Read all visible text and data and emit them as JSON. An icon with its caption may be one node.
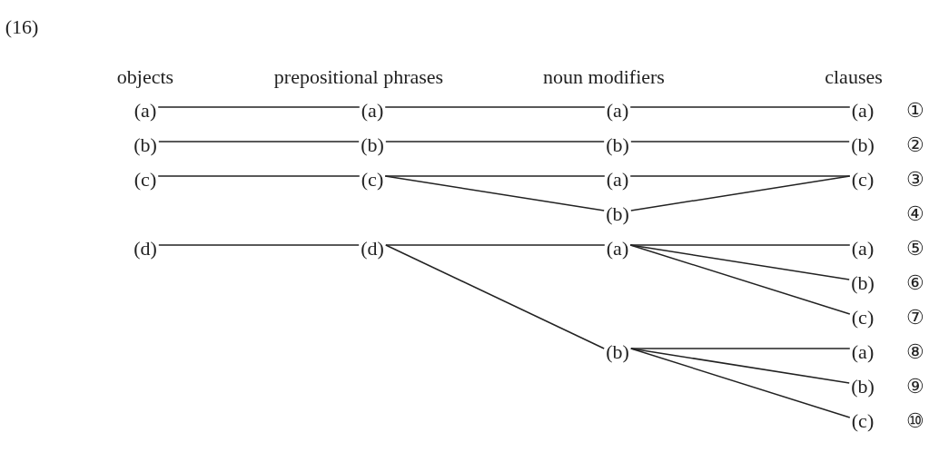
{
  "diagram": {
    "nodes": [
      {
        "text": [
          "(a)"
        ]
      },
      {
        "text": [
          "(a)"
        ]
      },
      {
        "text": [
          "(a)"
        ]
      },
      {
        "text": [
          "(a)"
        ]
      },
      {
        "text": [
          "(b)"
        ]
      },
      {
        "text": [
          "(b)"
        ]
      },
      {
        "text": [
          "(b)"
        ]
      },
      {
        "text": [
          "(b)"
        ]
      },
      {
        "text": [
          "(c)"
        ]
      },
      {
        "text": [
          "(c)"
        ]
      },
      {
        "text": [
          "(a)"
        ]
      },
      {
        "text": [
          "(c)"
        ]
      },
      {
        "text": [
          "(b)"
        ]
      },
      {
        "text": [
          "(d)"
        ]
      },
      {
        "text": [
          "(d)"
        ]
      },
      {
        "text": [
          "(a)"
        ]
      },
      {
        "text": [
          "(a)"
        ]
      },
      {
        "text": [
          "(b)"
        ]
      },
      {
        "text": [
          "(c)"
        ]
      },
      {
        "text": [
          "(b)"
        ]
      },
      {
        "text": [
          "(a)"
        ]
      },
      {
        "text": [
          "(b)"
        ]
      },
      {
        "text": [
          "(c)"
        ]
      }
    ],
    "edges": [
      {
        "from": 0,
        "to": 1,
        "arrow": "none"
      },
      {
        "from": 1,
        "to": 2,
        "arrow": "none"
      },
      {
        "from": 2,
        "to": 3,
        "arrow": "none"
      },
      {
        "from": 4,
        "to": 5,
        "arrow": "none"
      },
      {
        "from": 5,
        "to": 6,
        "arrow": "none"
      },
      {
        "from": 6,
        "to": 7,
        "arrow": "none"
      },
      {
        "from": 8,
        "to": 9,
        "arrow": "none"
      },
      {
        "from": 9,
        "to": 10,
        "arrow": "none"
      },
      {
        "from": 10,
        "to": 11,
        "arrow": "none"
      },
      {
        "from": 9,
        "to": 12,
        "arrow": "none"
      },
      {
        "from": 12,
        "to": 11,
        "arrow": "none"
      },
      {
        "from": 13,
        "to": 14,
        "arrow": "none"
      },
      {
        "from": 14,
        "to": 15,
        "arrow": "none"
      },
      {
        "from": 15,
        "to": 16,
        "arrow": "none"
      },
      {
        "from": 15,
        "to": 17,
        "arrow": "none"
      },
      {
        "from": 15,
        "to": 18,
        "arrow": "none"
      },
      {
        "from": 14,
        "to": 19,
        "arrow": "none"
      },
      {
        "from": 19,
        "to": 20,
        "arrow": "none"
      },
      {
        "from": 19,
        "to": 21,
        "arrow": "none"
      },
      {
        "from": 19,
        "to": 22,
        "arrow": "none"
      }
    ],
    "labels": [
      "(16)",
      "objects",
      "prepositional phrases",
      "noun modifiers",
      "clauses",
      "①",
      "②",
      "③",
      "④",
      "⑤",
      "⑥",
      "⑦",
      "⑧",
      "⑨",
      "⑩"
    ]
  }
}
